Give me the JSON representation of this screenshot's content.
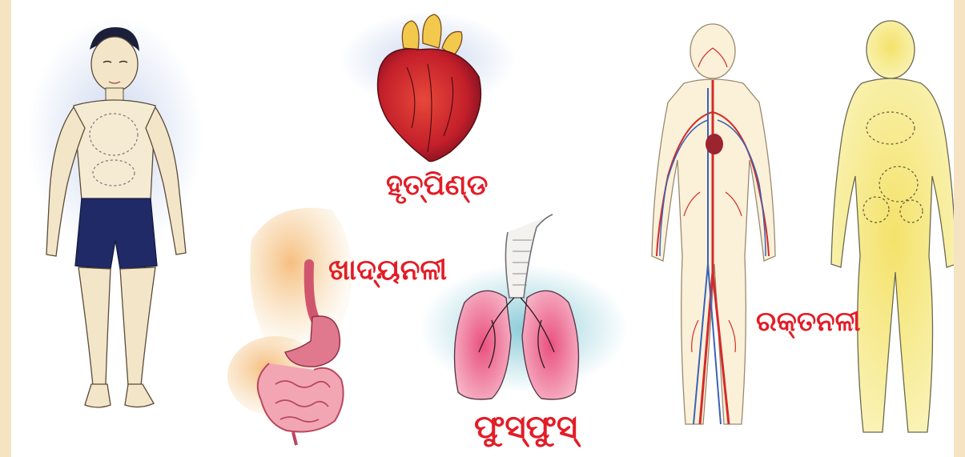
{
  "labels": {
    "heart": "ହୃତ୍‌ପିଣ୍ଡ",
    "food_pipe": "ଖାଦ୍ୟନଳୀ",
    "lungs": "ଫୁସ୍‌ଫୁସ୍‌",
    "blood_vessels": "ରକ୍ତନଳୀ"
  },
  "colors": {
    "label_red": "#e21d27",
    "page_border": "#f6e3c2",
    "heart_red": "#c8202a",
    "artery_red": "#d42a2a",
    "vein_blue": "#3a63b8",
    "skin_yellow": "#f6e88a",
    "shorts_navy": "#1f2a66"
  }
}
